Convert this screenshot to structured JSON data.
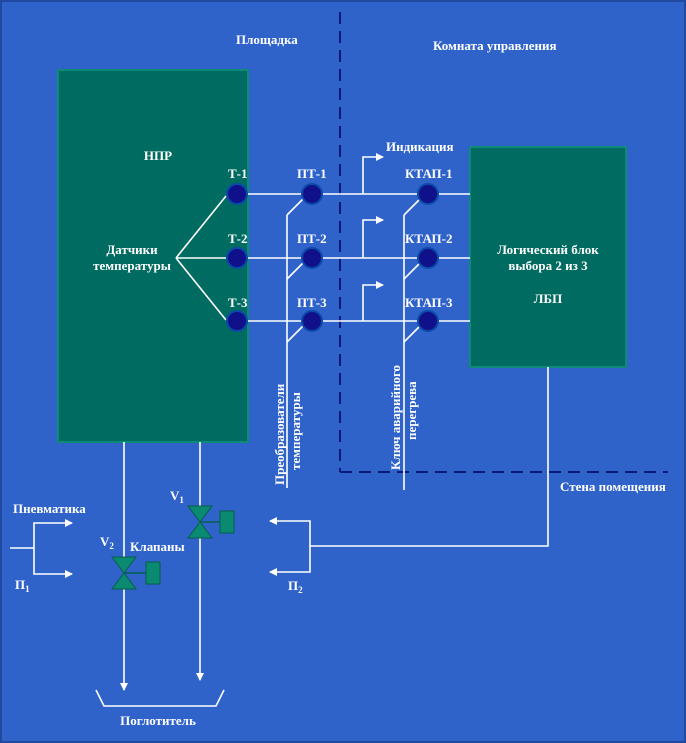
{
  "labels": {
    "site": "Площадка",
    "control_room": "Комната управления",
    "npr": "НПР",
    "temp_sensors_l1": "Датчики",
    "temp_sensors_l2": "температуры",
    "indication": "Индикация",
    "logic_l1": "Логический блок",
    "logic_l2": "выбора 2 из 3",
    "lbp": "ЛБП",
    "converters_l1": "Преобразователи",
    "converters_l2": "температуры",
    "key_l1": "Ключ аварийного",
    "key_l2": "перегрева",
    "room_wall": "Стена помещения",
    "pneumatics": "Пневматика",
    "valves": "Клапаны",
    "p1": "П",
    "p1_sub": "1",
    "p2": "П",
    "p2_sub": "2",
    "v1": "V",
    "v1_sub": "1",
    "v2": "V",
    "v2_sub": "2",
    "absorber": "Поглотитель"
  },
  "sensors": [
    "Т-1",
    "Т-2",
    "Т-3"
  ],
  "converters": [
    "ПТ-1",
    "ПТ-2",
    "ПТ-3"
  ],
  "keys": [
    "КТАП-1",
    "КТАП-2",
    "КТАП-3"
  ],
  "colors": {
    "background": "#2f63c9",
    "box_fill": "#006b60",
    "node_fill": "#10108a",
    "wall_dash": "#0a1a7a"
  }
}
